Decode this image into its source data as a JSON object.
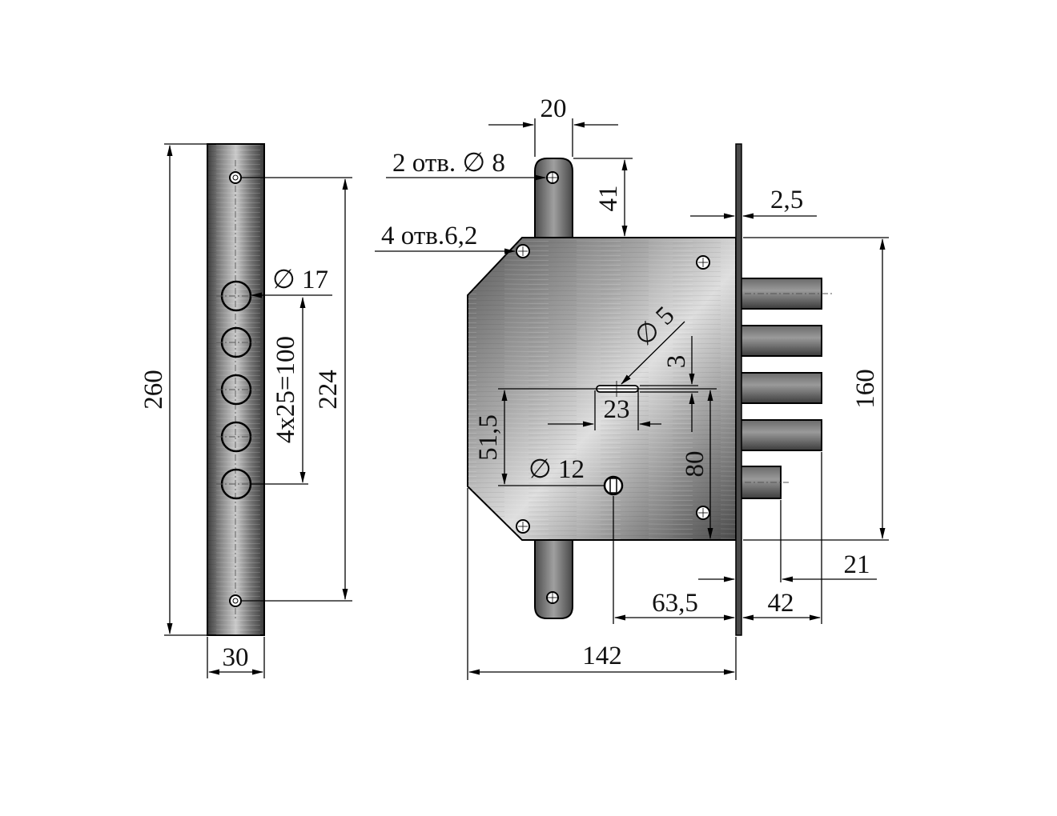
{
  "labels": {
    "height_total": "260",
    "faceplate_width": "30",
    "bolt_diameter": "∅ 17",
    "bolt_spacing": "4x25=100",
    "faceplate_hole_spacing": "224",
    "top_width": "20",
    "holes_8": "2 отв. ∅ 8",
    "top_height": "41",
    "holes_6_2": "4 отв.6,2",
    "plate_thickness": "2,5",
    "hole_diameter_5": "∅ 5",
    "dim_3": "3",
    "dim_23": "23",
    "dim_51_5": "51,5",
    "keyhole_diameter": "∅ 12",
    "dim_80": "80",
    "body_height": "160",
    "dim_21": "21",
    "dim_42": "42",
    "backset": "63,5",
    "body_width": "142"
  }
}
